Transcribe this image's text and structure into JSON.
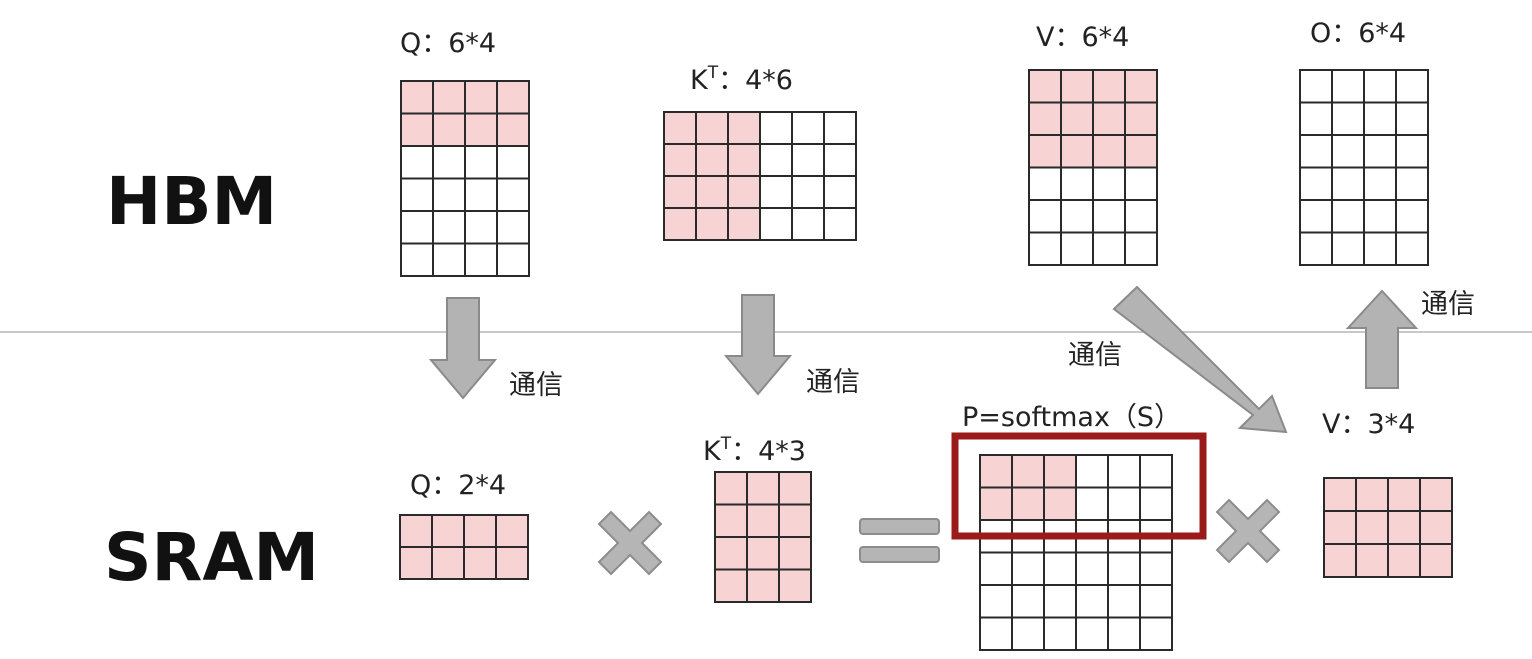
{
  "colors": {
    "highlight_cell": "#f7d3d3",
    "empty_cell": "#ffffff",
    "grid_line": "#2a2a2a",
    "arrow_fill": "#b3b3b3",
    "focus_box": "#9b1b1b",
    "divider": "#c8c8c8"
  },
  "memory": {
    "hbm": "HBM",
    "sram": "SRAM"
  },
  "communication_label": "通信",
  "matrices": {
    "hbm_q": {
      "label": "Q：6*4",
      "rows": 6,
      "cols": 4,
      "highlight_rows": 2,
      "highlight_cols": 4
    },
    "hbm_kt": {
      "label_base": "K",
      "label_sup": "T",
      "label_rest": "：4*6",
      "rows": 4,
      "cols": 6,
      "highlight_rows": 4,
      "highlight_cols": 3
    },
    "hbm_v": {
      "label": "V：6*4",
      "rows": 6,
      "cols": 4,
      "highlight_rows": 3,
      "highlight_cols": 4
    },
    "hbm_o": {
      "label": "O：6*4",
      "rows": 6,
      "cols": 4,
      "highlight_rows": 0,
      "highlight_cols": 0
    },
    "sram_q": {
      "label": "Q：2*4",
      "rows": 2,
      "cols": 4,
      "highlight_rows": 2,
      "highlight_cols": 4
    },
    "sram_kt": {
      "label_base": "K",
      "label_sup": "T",
      "label_rest": "：4*3",
      "rows": 4,
      "cols": 3,
      "highlight_rows": 4,
      "highlight_cols": 3
    },
    "sram_p": {
      "label": "P=softmax（S）",
      "rows": 6,
      "cols": 6,
      "highlight_rows": 2,
      "highlight_cols": 3
    },
    "sram_v": {
      "label": "V：3*4",
      "rows": 3,
      "cols": 4,
      "highlight_rows": 3,
      "highlight_cols": 4
    }
  }
}
